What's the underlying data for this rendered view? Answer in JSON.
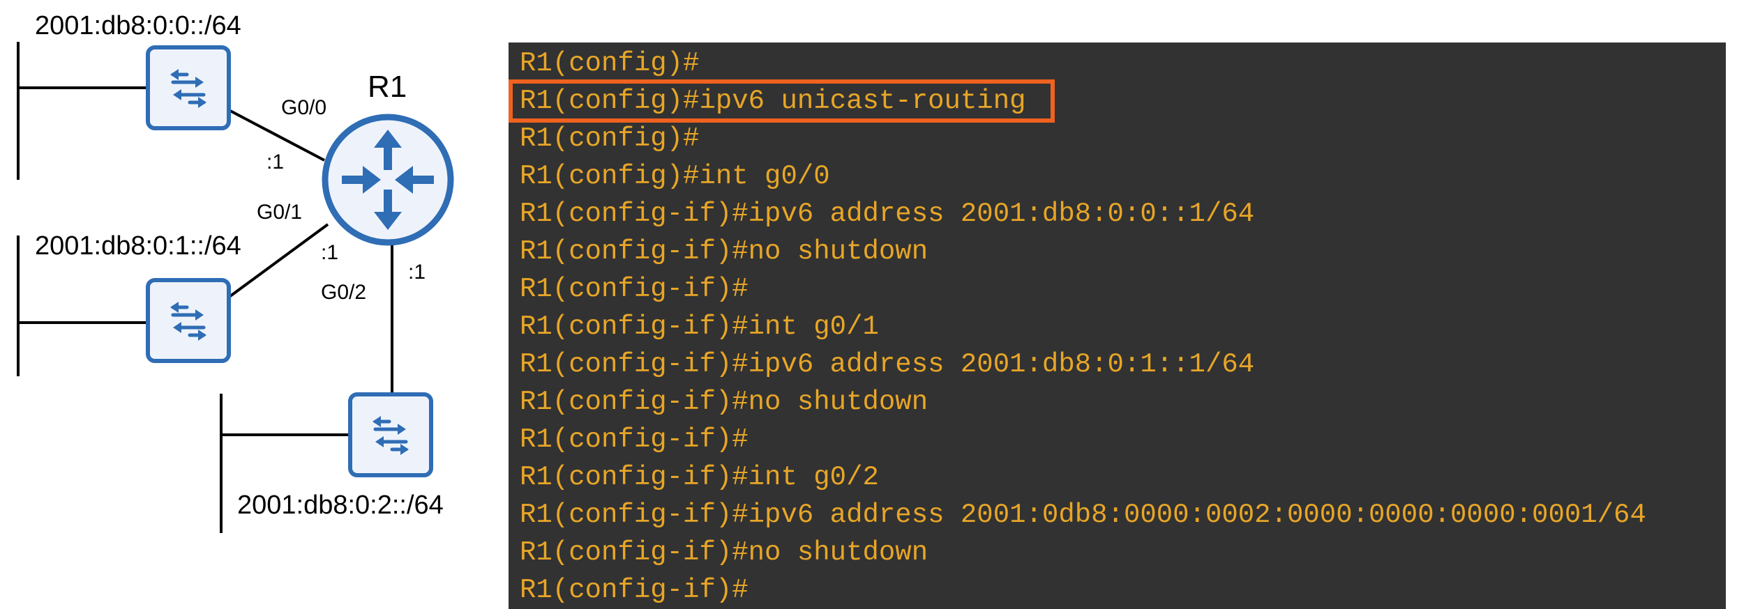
{
  "diagram": {
    "networks": {
      "top": "2001:db8:0:0::/64",
      "middle": "2001:db8:0:1::/64",
      "bottom": "2001:db8:0:2::/64"
    },
    "router": {
      "name": "R1",
      "icon": "router-icon"
    },
    "switch_icon": "switch-icon",
    "interfaces": {
      "g00": "G0/0",
      "g01": "G0/1",
      "g02": "G0/2"
    },
    "host_ids": {
      "g00": ":1",
      "g01": ":1",
      "g02": ":1"
    },
    "colors": {
      "device_blue": "#2f6db5",
      "device_fill": "#eef3fb"
    }
  },
  "terminal": {
    "colors": {
      "background": "#323232",
      "text": "#e8a627",
      "highlight_border": "#f0621f"
    },
    "highlighted_line_index": 1,
    "lines": [
      "R1(config)#",
      "R1(config)#ipv6 unicast-routing",
      "R1(config)#",
      "R1(config)#int g0/0",
      "R1(config-if)#ipv6 address 2001:db8:0:0::1/64",
      "R1(config-if)#no shutdown",
      "R1(config-if)#",
      "R1(config-if)#int g0/1",
      "R1(config-if)#ipv6 address 2001:db8:0:1::1/64",
      "R1(config-if)#no shutdown",
      "R1(config-if)#",
      "R1(config-if)#int g0/2",
      "R1(config-if)#ipv6 address 2001:0db8:0000:0002:0000:0000:0000:0001/64",
      "R1(config-if)#no shutdown",
      "R1(config-if)#"
    ]
  }
}
